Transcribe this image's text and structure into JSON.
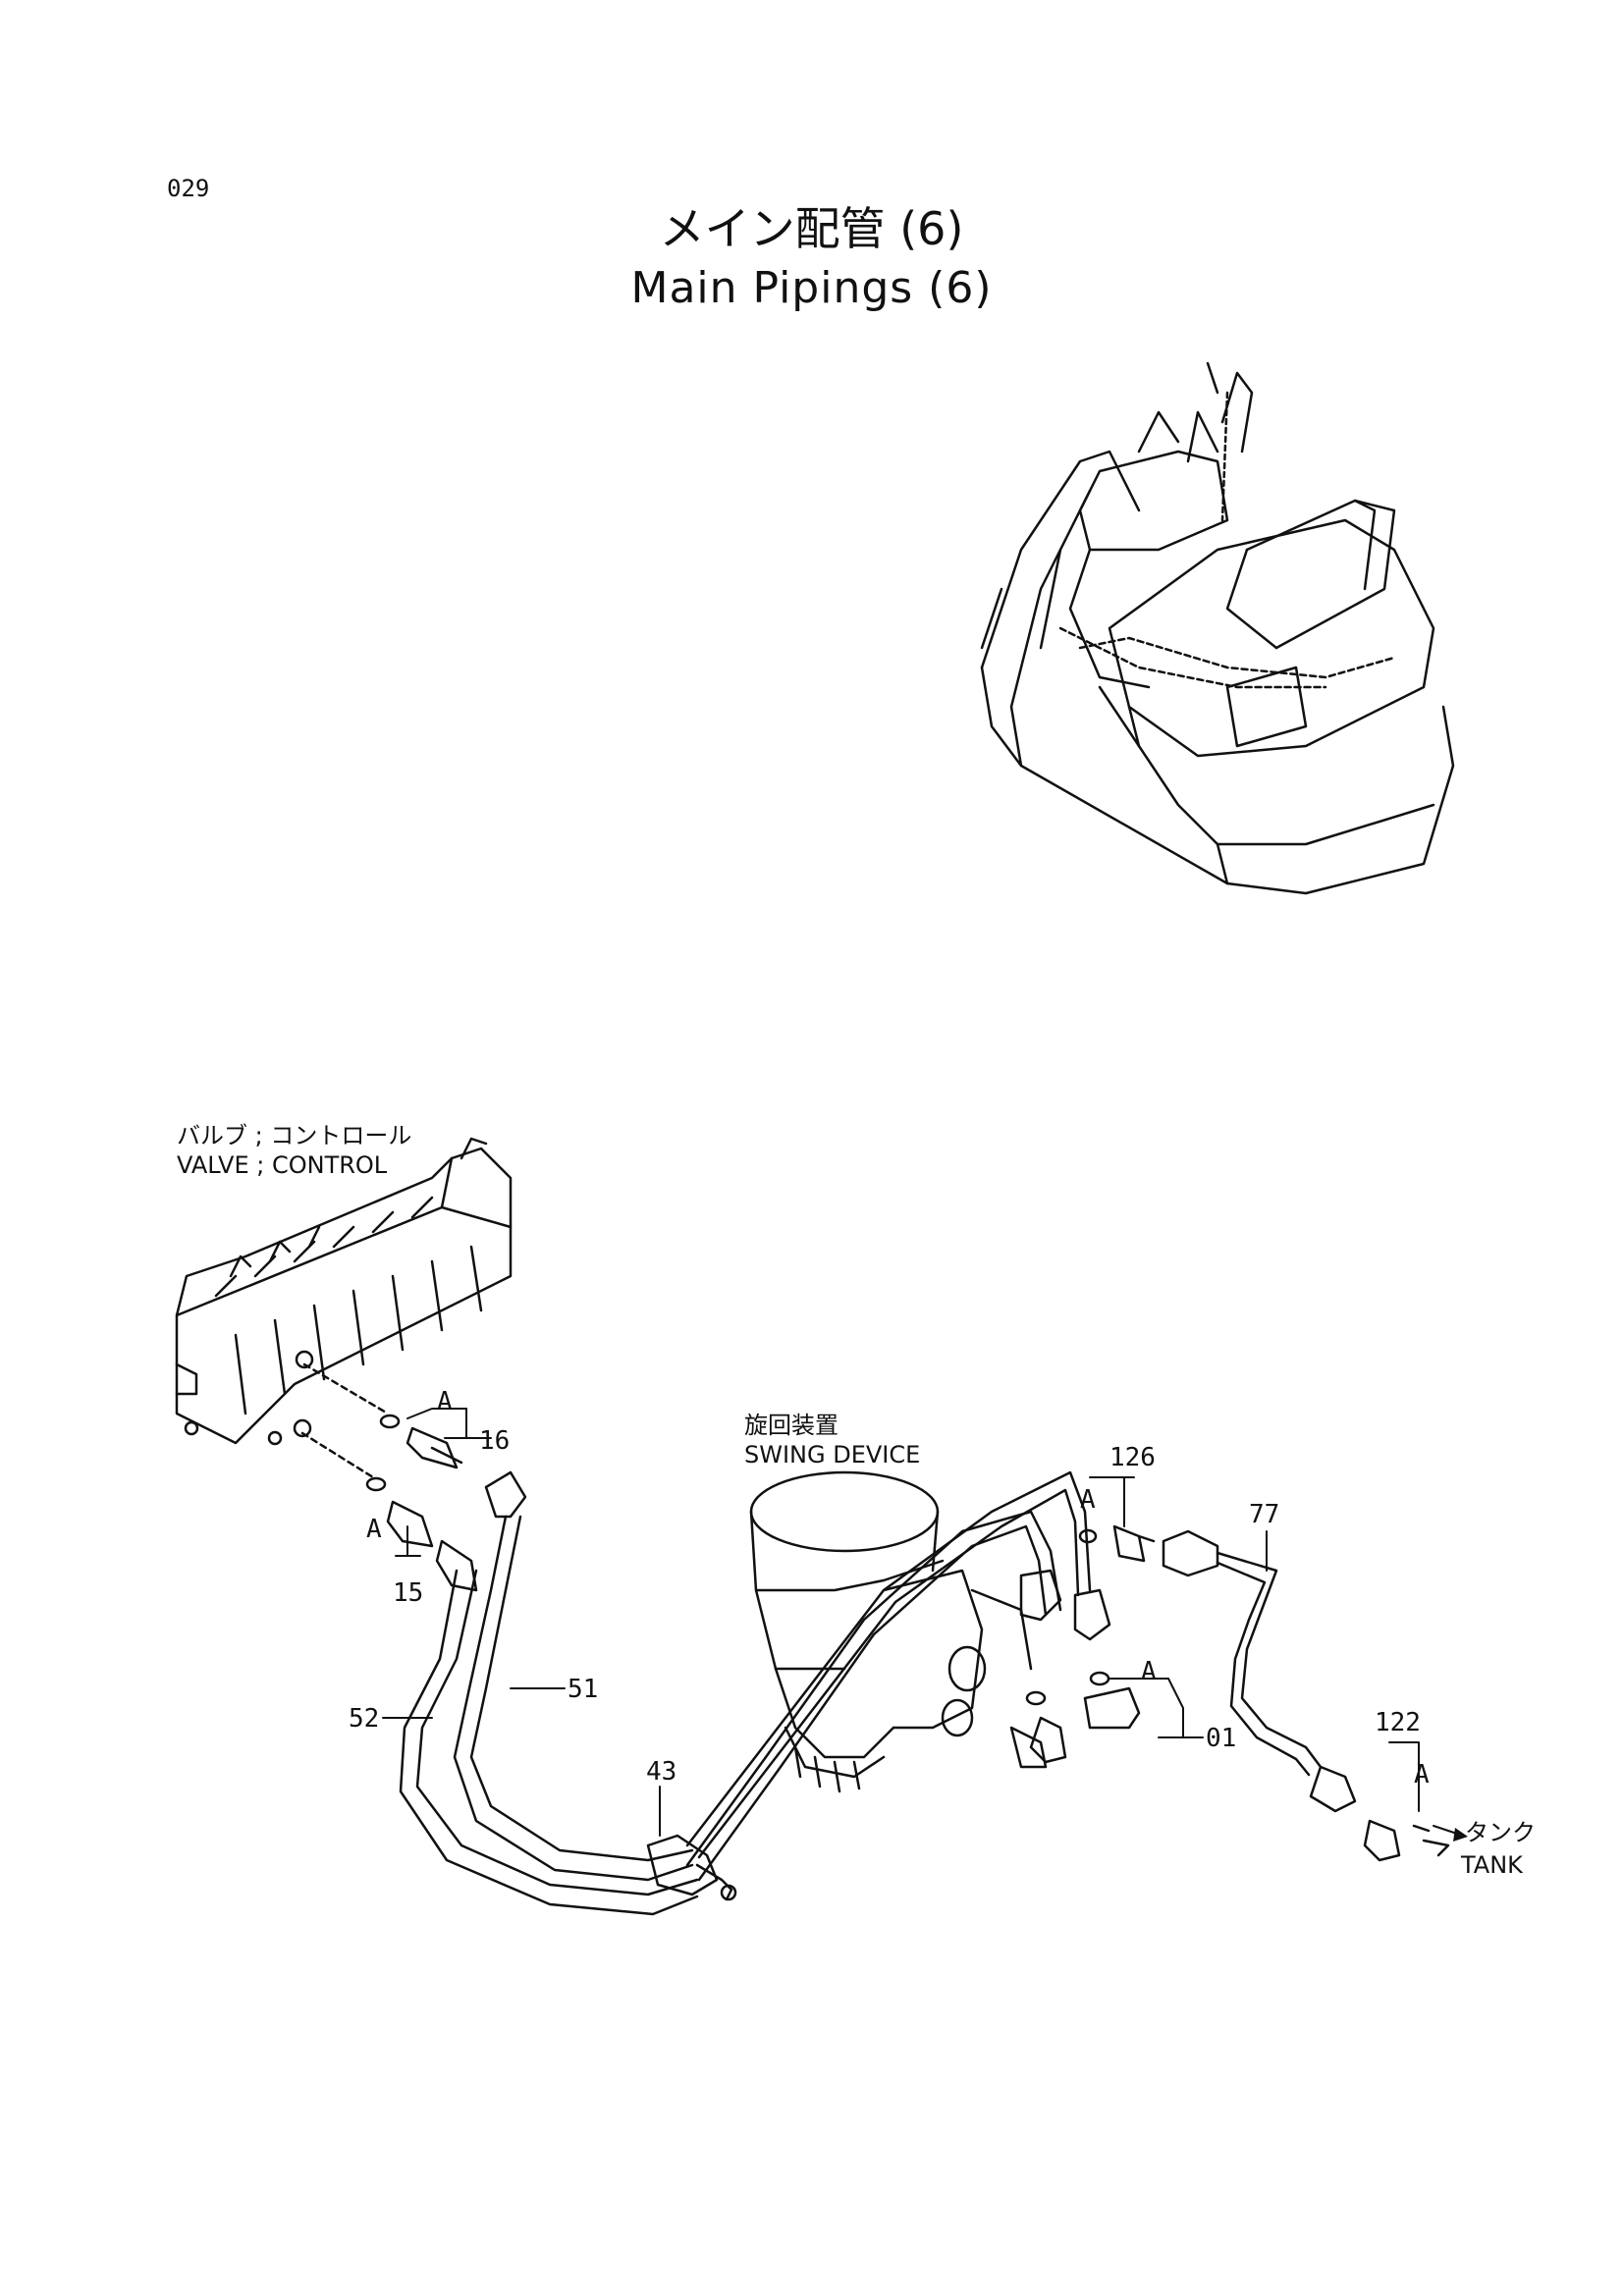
{
  "page_number": "029",
  "title_ja": "メイン配管 (6)",
  "title_en": "Main Pipings (6)",
  "labels": {
    "valve_ja": "バルブ ; コントロール",
    "valve_en": "VALVE ; CONTROL",
    "swing_ja": "旋回装置",
    "swing_en": "SWING DEVICE",
    "tank_ja": "タンク",
    "tank_en": "TANK"
  },
  "callouts": {
    "p16": "16",
    "p15": "15",
    "p52": "52",
    "p51": "51",
    "p43": "43",
    "p126": "126",
    "p77": "77",
    "p01": "01",
    "p122": "122",
    "a1": "A",
    "a2": "A",
    "a3": "A",
    "a4": "A",
    "a5": "A"
  }
}
